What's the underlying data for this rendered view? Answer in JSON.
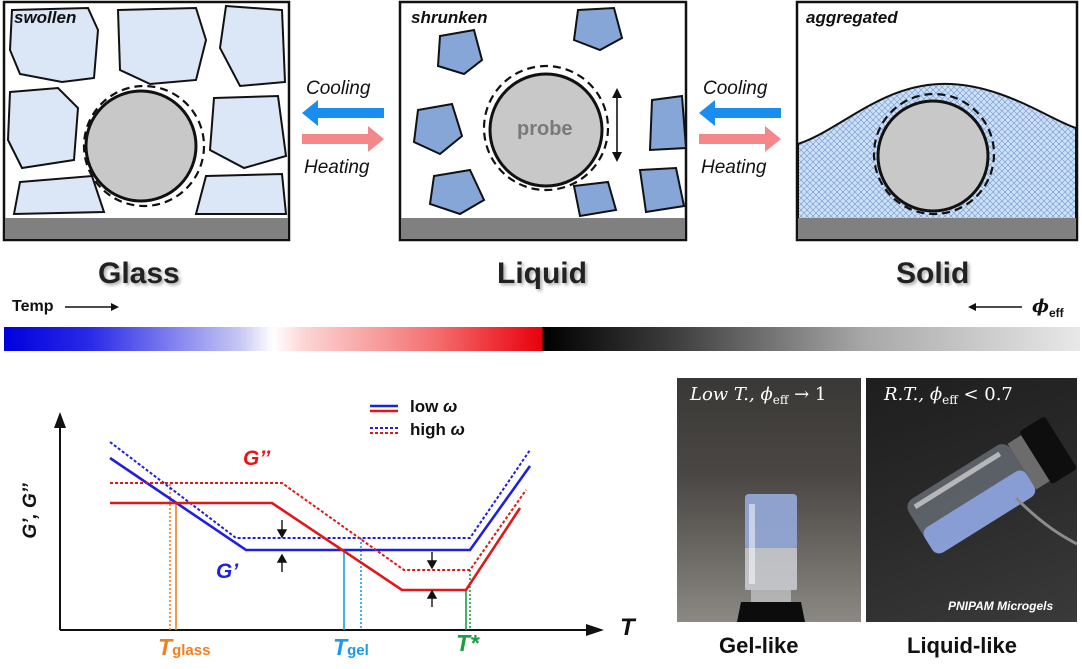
{
  "panels": {
    "glass_state": "swollen",
    "liquid_state": "shrunken",
    "solid_state": "aggregated",
    "probe_label": "probe"
  },
  "transitions": {
    "left": {
      "cooling": "Cooling",
      "heating": "Heating"
    },
    "right": {
      "cooling": "Cooling",
      "heating": "Heating"
    }
  },
  "phases": {
    "glass": "Glass",
    "liquid": "Liquid",
    "solid": "Solid"
  },
  "gradient_bar": {
    "temp_label": "Temp",
    "phi_label": "ϕ",
    "phi_sub": "eff"
  },
  "plot": {
    "ylabel": "G’, G’’",
    "xlabel": "T",
    "curve_labels": {
      "g_double_prime": "G’’",
      "g_prime": "G’"
    },
    "legend": {
      "low": "low ",
      "low_sym": "ω",
      "high": "high ",
      "high_sym": "ω"
    },
    "markers": {
      "glass": {
        "main": "T",
        "sub": "glass"
      },
      "gel": {
        "main": "T",
        "sub": "gel"
      },
      "star": {
        "main": "T*"
      }
    }
  },
  "photos": {
    "left_caption_a": "Low T., ",
    "left_caption_b": "ϕ",
    "left_caption_sub": "eff",
    "left_caption_c": " → 1",
    "right_caption_a": "R.T., ",
    "right_caption_b": "ϕ",
    "right_caption_sub": "eff",
    "right_caption_c": " < 0.7",
    "watermark": "PNIPAM Microgels",
    "left_label": "Gel-like",
    "right_label": "Liquid-like"
  },
  "colors": {
    "blue": "#1f1fe0",
    "red": "#e01818",
    "orange": "#f08020",
    "lightblue": "#1a9ae8",
    "green": "#18a040",
    "cool_arrow": "#1a8ef0",
    "heat_arrow": "#f4878a"
  }
}
